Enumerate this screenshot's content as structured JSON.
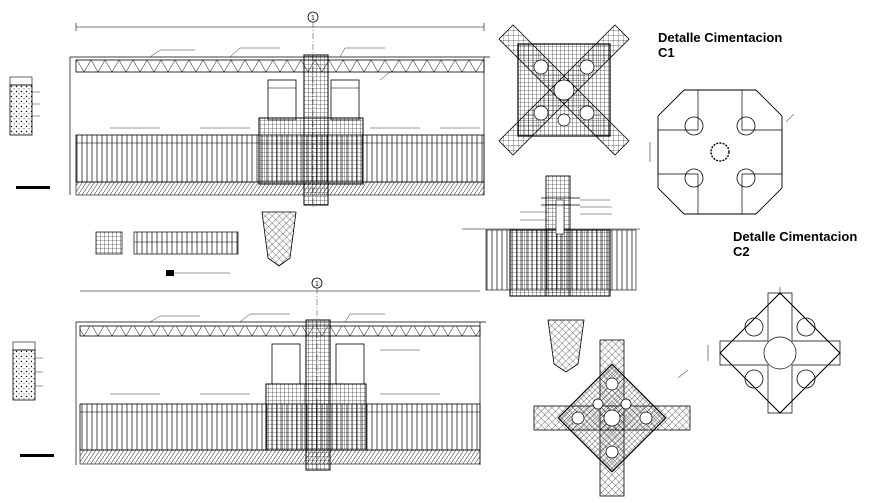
{
  "drawing": {
    "detail_c1_title": "Detalle Cimentacion",
    "detail_c1_code": "C1",
    "detail_c2_title": "Detalle Cimentacion",
    "detail_c2_code": "C2",
    "axis_marker_label": "1",
    "line_color": "#000000",
    "background": "#ffffff"
  }
}
